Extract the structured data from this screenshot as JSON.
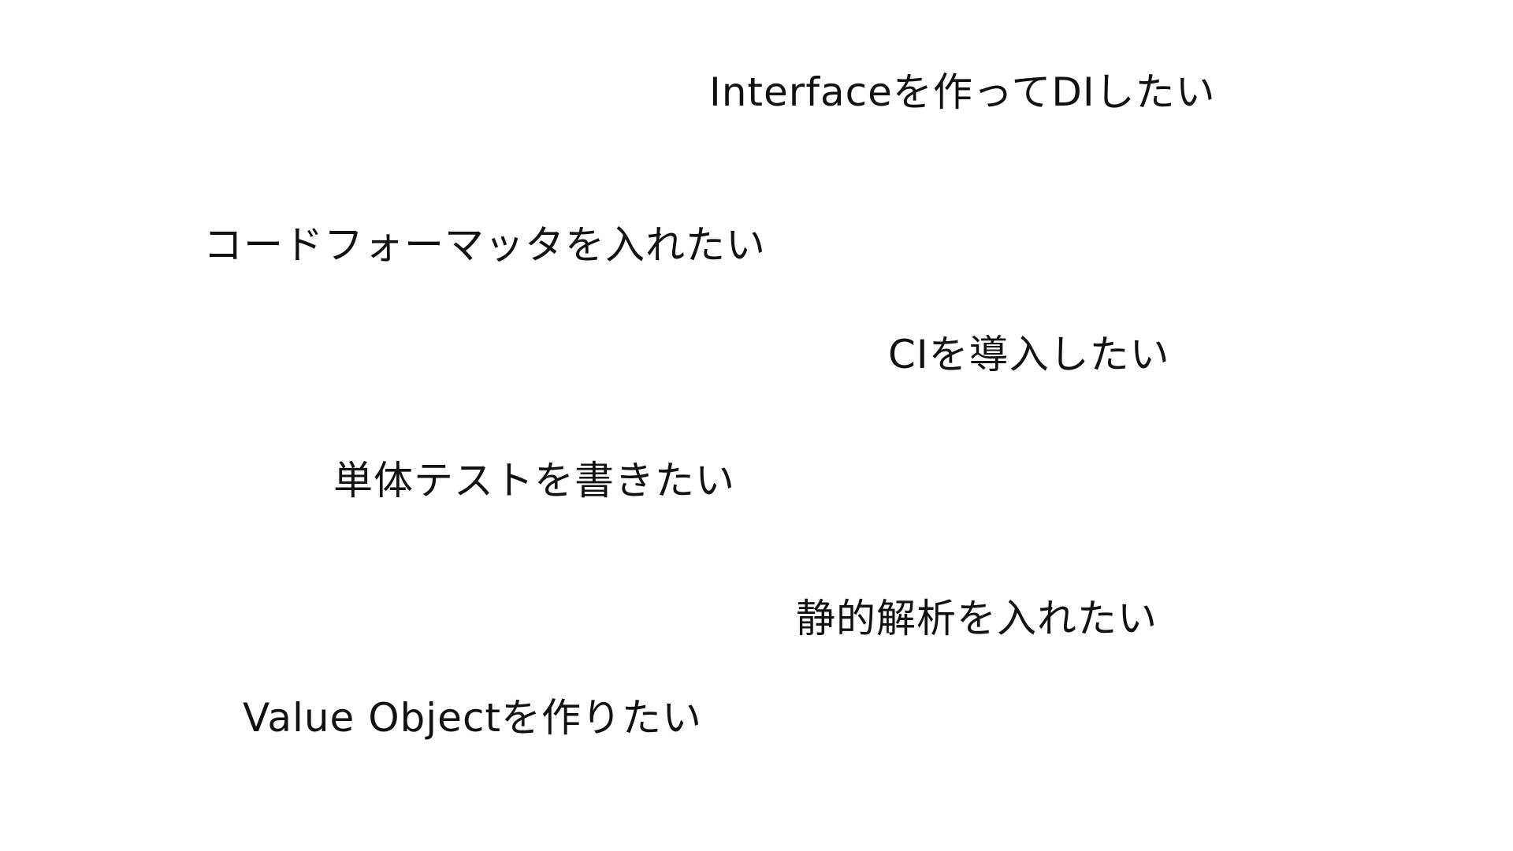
{
  "slide": {
    "items": [
      {
        "id": "w1",
        "text": "Interfaceを作ってDIしたい"
      },
      {
        "id": "w2",
        "text": "コードフォーマッタを入れたい"
      },
      {
        "id": "w3",
        "text": "CIを導入したい"
      },
      {
        "id": "w4",
        "text": "単体テストを書きたい"
      },
      {
        "id": "w5",
        "text": "静的解析を入れたい"
      },
      {
        "id": "w6",
        "text": "Value Objectを作りたい"
      }
    ]
  }
}
